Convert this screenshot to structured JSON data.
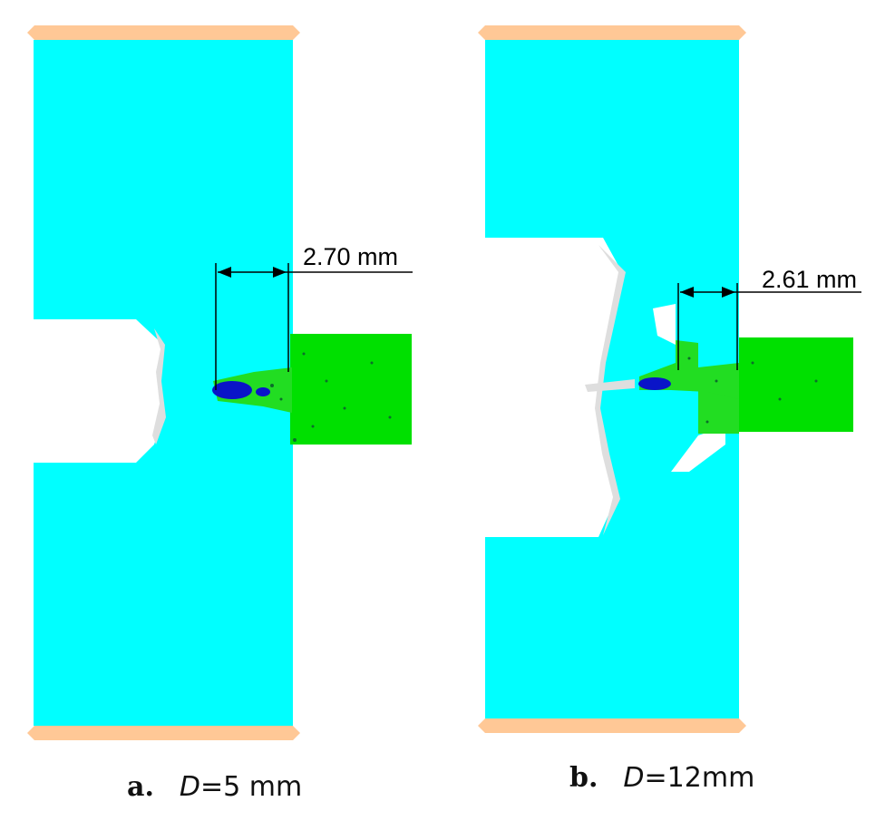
{
  "colors": {
    "specimen": "#00ffff",
    "tool": "#00e000",
    "clamp": "#ffc896",
    "damage_blue": "#0a14c8",
    "crack_gray": "#dedede"
  },
  "panels": [
    {
      "id": "a",
      "measurement": "2.70 mm",
      "caption_letter": "a.",
      "caption_var": "D",
      "caption_rest": "=5 mm"
    },
    {
      "id": "b",
      "measurement": "2.61 mm",
      "caption_letter": "b.",
      "caption_var": "D",
      "caption_rest": "=12mm"
    }
  ]
}
